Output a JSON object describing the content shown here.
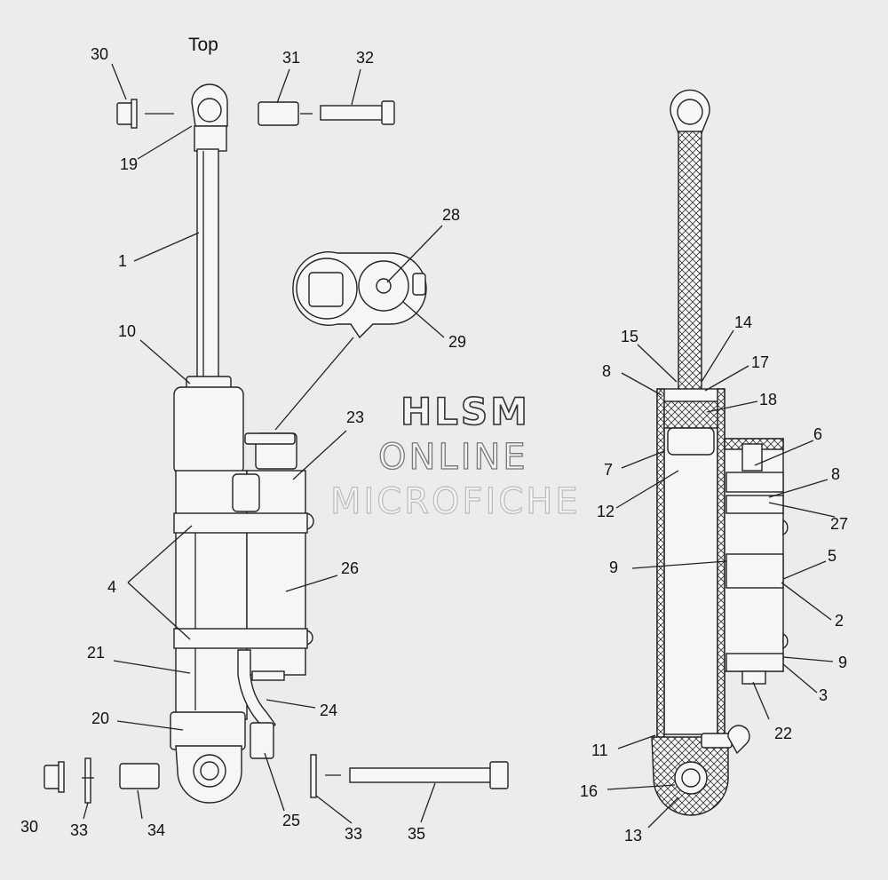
{
  "diagram": {
    "top_label": "Top",
    "watermark": [
      "HLSM",
      "ONLINE",
      "MICROFICHE"
    ],
    "callouts": [
      "30",
      "31",
      "32",
      "19",
      "28",
      "1",
      "29",
      "10",
      "23",
      "4",
      "26",
      "21",
      "24",
      "20",
      "30",
      "33",
      "34",
      "25",
      "33",
      "35",
      "15",
      "14",
      "8",
      "17",
      "18",
      "6",
      "7",
      "8",
      "12",
      "27",
      "9",
      "5",
      "2",
      "9",
      "3",
      "22",
      "11",
      "16",
      "13"
    ]
  }
}
